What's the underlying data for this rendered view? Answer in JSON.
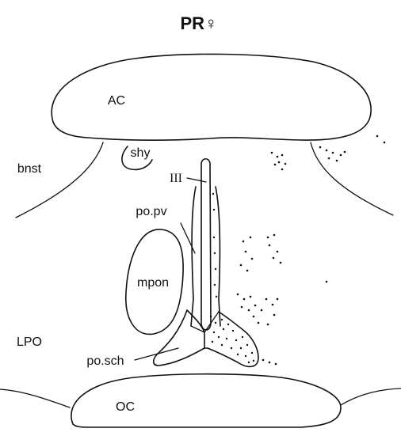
{
  "title": "PR♀",
  "labels": {
    "ac": "AC",
    "shy": "shy",
    "bnst": "bnst",
    "iii": "III",
    "popv": "po.pv",
    "mpon": "mpon",
    "lpo": "LPO",
    "posch": "po.sch",
    "oc": "OC"
  }
}
